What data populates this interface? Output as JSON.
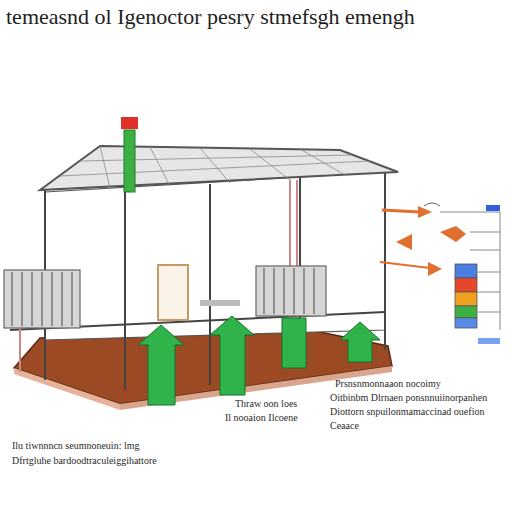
{
  "diagram": {
    "title": "temeasnd ol Igenoctor pesry stmefsgh emengh",
    "labels": [
      "Thraw oon loes",
      "Il nooaion Ilcoene",
      "Prsnsnmonnaaon nocoimy",
      "Oitbinbm Dlrnaen ponsnnuiinorpanhen",
      "Diottorn snpuilonmamaccinad ouefion",
      "Ceaace",
      "Ilu tiwnnncn seumnoneuin: lmg",
      "Dfrtgluhe bardoodtraculeiggihattore"
    ]
  }
}
